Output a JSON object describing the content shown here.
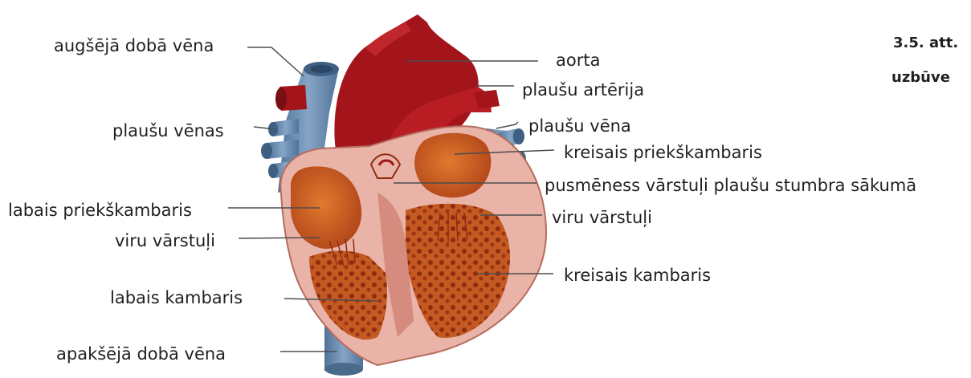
{
  "figure": {
    "caption_line1": "3.5. att.",
    "caption_line2": "uzbūve"
  },
  "labels": {
    "superior_vena_cava": "augšējā dobā vēna",
    "pulmonary_veins": "plaušu vēnas",
    "right_atrium": "labais priekškambaris",
    "right_av_valves": "viru vārstuļi",
    "right_ventricle": "labais kambaris",
    "inferior_vena_cava": "apakšējā dobā vēna",
    "aorta": "aorta",
    "pulmonary_artery": "plaušu artērija",
    "pulmonary_vein": "plaušu vēna",
    "left_atrium": "kreisais priekškambaris",
    "semilunar_valves": "pusmēness vārstuļi plaušu stumbra sākumā",
    "left_av_valves": "viru vārstuļi",
    "left_ventricle": "kreisais kambaris"
  },
  "colors": {
    "vein_blue": "#6d8fb3",
    "artery_red": "#a3151a",
    "chamber_orange": "#c8551d",
    "muscle_pink": "#e9b3a7",
    "leader_line": "#4d4d4d"
  }
}
